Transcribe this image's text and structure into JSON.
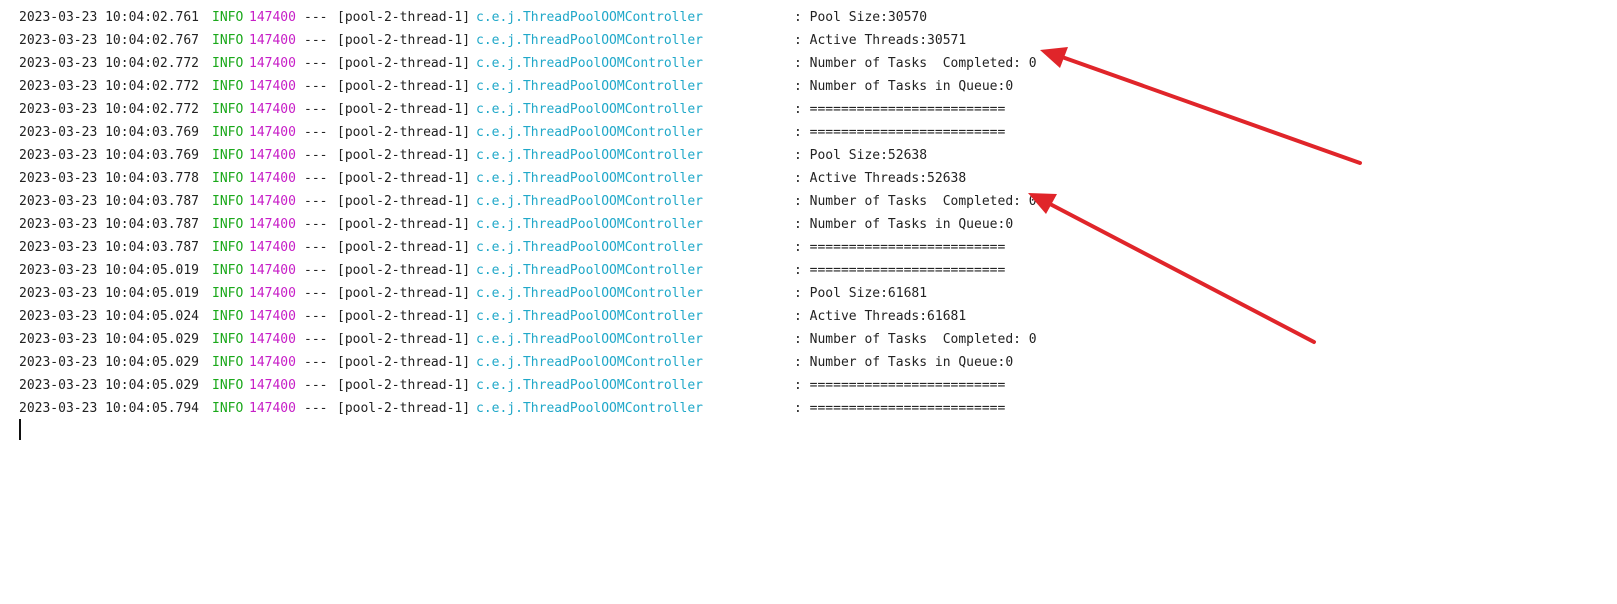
{
  "colors": {
    "background": "#ffffff",
    "text": "#222222",
    "level": "#1aa81a",
    "pid": "#c71ec7",
    "logger": "#20a8c9",
    "arrow": "#e0252a"
  },
  "log": {
    "lines": [
      {
        "timestamp": "2023-03-23 10:04:02.761",
        "level": "INFO",
        "pid": "147400",
        "separator": "---",
        "thread": "[pool-2-thread-1]",
        "logger": "c.e.j.ThreadPoolOOMController",
        "message": ": Pool Size:30570"
      },
      {
        "timestamp": "2023-03-23 10:04:02.767",
        "level": "INFO",
        "pid": "147400",
        "separator": "---",
        "thread": "[pool-2-thread-1]",
        "logger": "c.e.j.ThreadPoolOOMController",
        "message": ": Active Threads:30571"
      },
      {
        "timestamp": "2023-03-23 10:04:02.772",
        "level": "INFO",
        "pid": "147400",
        "separator": "---",
        "thread": "[pool-2-thread-1]",
        "logger": "c.e.j.ThreadPoolOOMController",
        "message": ": Number of Tasks  Completed: 0"
      },
      {
        "timestamp": "2023-03-23 10:04:02.772",
        "level": "INFO",
        "pid": "147400",
        "separator": "---",
        "thread": "[pool-2-thread-1]",
        "logger": "c.e.j.ThreadPoolOOMController",
        "message": ": Number of Tasks in Queue:0"
      },
      {
        "timestamp": "2023-03-23 10:04:02.772",
        "level": "INFO",
        "pid": "147400",
        "separator": "---",
        "thread": "[pool-2-thread-1]",
        "logger": "c.e.j.ThreadPoolOOMController",
        "message": ": ========================="
      },
      {
        "timestamp": "2023-03-23 10:04:03.769",
        "level": "INFO",
        "pid": "147400",
        "separator": "---",
        "thread": "[pool-2-thread-1]",
        "logger": "c.e.j.ThreadPoolOOMController",
        "message": ": ========================="
      },
      {
        "timestamp": "2023-03-23 10:04:03.769",
        "level": "INFO",
        "pid": "147400",
        "separator": "---",
        "thread": "[pool-2-thread-1]",
        "logger": "c.e.j.ThreadPoolOOMController",
        "message": ": Pool Size:52638"
      },
      {
        "timestamp": "2023-03-23 10:04:03.778",
        "level": "INFO",
        "pid": "147400",
        "separator": "---",
        "thread": "[pool-2-thread-1]",
        "logger": "c.e.j.ThreadPoolOOMController",
        "message": ": Active Threads:52638"
      },
      {
        "timestamp": "2023-03-23 10:04:03.787",
        "level": "INFO",
        "pid": "147400",
        "separator": "---",
        "thread": "[pool-2-thread-1]",
        "logger": "c.e.j.ThreadPoolOOMController",
        "message": ": Number of Tasks  Completed: 0"
      },
      {
        "timestamp": "2023-03-23 10:04:03.787",
        "level": "INFO",
        "pid": "147400",
        "separator": "---",
        "thread": "[pool-2-thread-1]",
        "logger": "c.e.j.ThreadPoolOOMController",
        "message": ": Number of Tasks in Queue:0"
      },
      {
        "timestamp": "2023-03-23 10:04:03.787",
        "level": "INFO",
        "pid": "147400",
        "separator": "---",
        "thread": "[pool-2-thread-1]",
        "logger": "c.e.j.ThreadPoolOOMController",
        "message": ": ========================="
      },
      {
        "timestamp": "2023-03-23 10:04:05.019",
        "level": "INFO",
        "pid": "147400",
        "separator": "---",
        "thread": "[pool-2-thread-1]",
        "logger": "c.e.j.ThreadPoolOOMController",
        "message": ": ========================="
      },
      {
        "timestamp": "2023-03-23 10:04:05.019",
        "level": "INFO",
        "pid": "147400",
        "separator": "---",
        "thread": "[pool-2-thread-1]",
        "logger": "c.e.j.ThreadPoolOOMController",
        "message": ": Pool Size:61681"
      },
      {
        "timestamp": "2023-03-23 10:04:05.024",
        "level": "INFO",
        "pid": "147400",
        "separator": "---",
        "thread": "[pool-2-thread-1]",
        "logger": "c.e.j.ThreadPoolOOMController",
        "message": ": Active Threads:61681"
      },
      {
        "timestamp": "2023-03-23 10:04:05.029",
        "level": "INFO",
        "pid": "147400",
        "separator": "---",
        "thread": "[pool-2-thread-1]",
        "logger": "c.e.j.ThreadPoolOOMController",
        "message": ": Number of Tasks  Completed: 0"
      },
      {
        "timestamp": "2023-03-23 10:04:05.029",
        "level": "INFO",
        "pid": "147400",
        "separator": "---",
        "thread": "[pool-2-thread-1]",
        "logger": "c.e.j.ThreadPoolOOMController",
        "message": ": Number of Tasks in Queue:0"
      },
      {
        "timestamp": "2023-03-23 10:04:05.029",
        "level": "INFO",
        "pid": "147400",
        "separator": "---",
        "thread": "[pool-2-thread-1]",
        "logger": "c.e.j.ThreadPoolOOMController",
        "message": ": ========================="
      },
      {
        "timestamp": "2023-03-23 10:04:05.794",
        "level": "INFO",
        "pid": "147400",
        "separator": "---",
        "thread": "[pool-2-thread-1]",
        "logger": "c.e.j.ThreadPoolOOMController",
        "message": ": ========================="
      }
    ]
  }
}
